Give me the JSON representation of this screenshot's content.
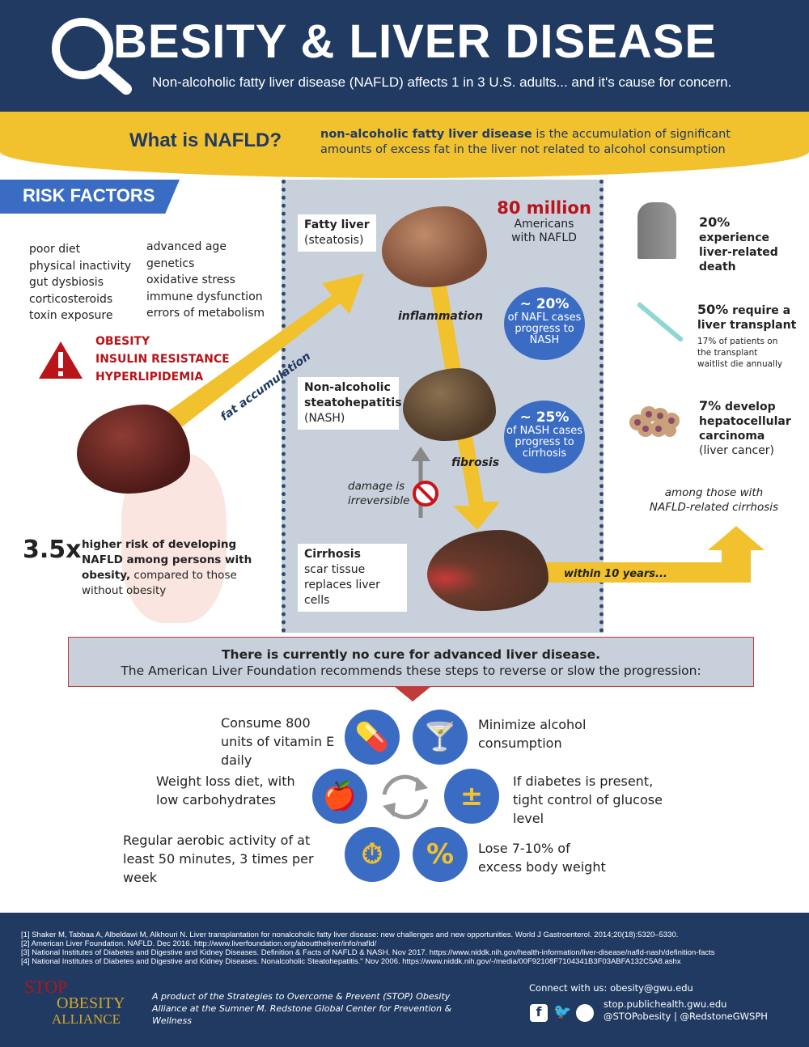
{
  "header": {
    "title": "BESITY & LIVER DISEASE",
    "title_initial_icon": "magnifying-glass-icon",
    "subtitle": "Non-alcoholic fatty liver disease (NAFLD) affects 1 in 3 U.S. adults... and it's cause for concern."
  },
  "definition": {
    "question": "What is NAFLD?",
    "term": "non-alcoholic fatty liver disease",
    "text": " is the accumulation of significant amounts of excess fat in the liver not related to alcohol consumption"
  },
  "risk": {
    "title": "RISK FACTORS",
    "col1": [
      "poor diet",
      "physical inactivity",
      "gut dysbiosis",
      "corticosteroids",
      "toxin exposure"
    ],
    "col2": [
      "advanced age",
      "genetics",
      "oxidative stress",
      "immune dysfunction",
      "errors of metabolism"
    ],
    "major": [
      "OBESITY",
      "INSULIN RESISTANCE",
      "HYPERLIPIDEMIA"
    ],
    "arrow_label": "fat accumulation",
    "multiplier": "3.5x",
    "risk_bold": "higher risk of developing NAFLD among persons with obesity,",
    "risk_rest": "compared to those without obesity"
  },
  "progression": {
    "count": "80 million",
    "count_label": "Americans with NAFLD",
    "stage1_title": "Fatty liver",
    "stage1_sub": "(steatosis)",
    "stage2_title": "Non-alcoholic steatohepatitis",
    "stage2_sub": "(NASH)",
    "stage3_title": "Cirrhosis",
    "stage3_sub": "scar tissue replaces liver cells",
    "inflammation": "inflammation",
    "fibrosis": "fibrosis",
    "irreversible": "damage is irreversible",
    "c1_pct": "~ 20%",
    "c1_text": "of NAFL cases progress to NASH",
    "c2_pct": "~ 25%",
    "c2_text": "of NASH cases progress to cirrhosis",
    "within": "within 10 years..."
  },
  "outcomes": {
    "o1_bold": "20%",
    "o1_text": " experience liver-related death",
    "o2_bold": "50%",
    "o2_text": " require a liver transplant",
    "o2_note": "17% of patients on the transplant waitlist die annually",
    "o3_bold": "7%",
    "o3_text": " develop hepatocellular carcinoma",
    "o3_note": "(liver cancer)",
    "footnote": "among those with NAFLD-related cirrhosis"
  },
  "cure": {
    "line1": "There is currently no cure for advanced liver disease.",
    "line2": "The American Liver Foundation recommends these steps to reverse  or slow the progression:"
  },
  "steps": [
    "Consume 800 units of vitamin E daily",
    "Minimize alcohol consumption",
    "Weight loss diet, with low carbohydrates",
    "If diabetes is present, tight control of glucose level",
    "Regular aerobic activity of at least 50 minutes, 3 times per week",
    "Lose 7-10% of excess body weight"
  ],
  "footer": {
    "refs": [
      "[1] Shaker M, Tabbaa A, Albeldawi M, Alkhouri N. Liver transplantation for nonalcoholic fatty liver disease: new challenges and new opportunities. World J Gastroenterol. 2014;20(18):5320–5330.",
      "[2] American Liver Foundation. NAFLD. Dec 2016. http://www.liverfoundation.org/abouttheliver/info/nafld/",
      "[3] National Institutes of Diabetes and Digestive and Kidney Diseases. Definition & Facts of NAFLD & NASH. Nov 2017. https://www.niddk.nih.gov/health-information/liver-disease/nafld-nash/definition-facts",
      "[4] National Institutes of Diabetes and Digestive and Kidney Diseases. Nonalcoholic Steatohepatitis.\" Nov 2006. https://www.niddk.nih.gov/-/media/00F92108F7104341B3F03ABFA132C5A8.ashx"
    ],
    "logo_stop": "STOP",
    "logo_obesity": "OBESITY",
    "logo_alliance": "ALLIANCE",
    "product": "A product of the Strategies to Overcome & Prevent (STOP) Obesity Alliance  at the Sumner M. Redstone Global Center for Prevention & Wellness",
    "connect": "Connect with us: obesity@gwu.edu",
    "site": "stop.publichealth.gwu.edu",
    "handles": "@STOPobesity | @RedstoneGWSPH"
  },
  "colors": {
    "navy": "#203a62",
    "yellow": "#f2c12e",
    "blue": "#3b6cc4",
    "red": "#b8141a",
    "panel": "#c8d0db"
  }
}
